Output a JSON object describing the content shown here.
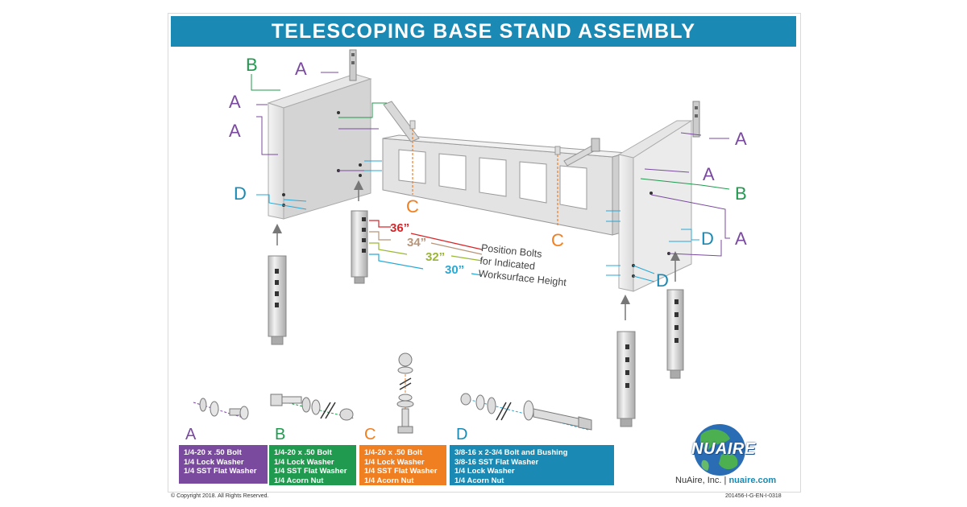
{
  "title": "TELESCOPING BASE STAND ASSEMBLY",
  "colors": {
    "header": "#1a8ab4",
    "purple": "#7a4a9f",
    "green": "#1f9a4e",
    "orange": "#f07f22",
    "blue": "#1a8ab4",
    "red": "#d7262a",
    "tan": "#b8957a",
    "lime": "#9ab733",
    "cyan": "#27a9d6"
  },
  "callouts": {
    "A": "A",
    "B": "B",
    "C": "C",
    "D": "D"
  },
  "heights": {
    "h36": "36”",
    "h34": "34”",
    "h32": "32”",
    "h30": "30”"
  },
  "note": {
    "line1": "Position Bolts",
    "line2": "for Indicated",
    "line3": "Worksurface Height"
  },
  "key": {
    "a": {
      "letter": "A",
      "lines": [
        "1/4-20 x .50 Bolt",
        "1/4 Lock Washer",
        "1/4 SST Flat Washer"
      ]
    },
    "b": {
      "letter": "B",
      "lines": [
        "1/4-20 x .50 Bolt",
        "1/4 Lock Washer",
        "1/4 SST Flat Washer",
        "1/4 Acorn Nut"
      ]
    },
    "c": {
      "letter": "C",
      "lines": [
        "1/4-20 x .50  Bolt",
        "1/4 Lock Washer",
        "1/4 SST Flat Washer",
        "1/4 Acorn Nut"
      ]
    },
    "d": {
      "letter": "D",
      "lines": [
        "3/8-16 x 2-3/4 Bolt and Bushing",
        "3/8-16 SST Flat Washer",
        "1/4 Lock Washer",
        "1/4 Acorn Nut"
      ]
    }
  },
  "logo": {
    "word": "NUAIRE"
  },
  "company": {
    "name": "NuAire, Inc.",
    "sep": "|",
    "url": "nuaire.com"
  },
  "copyright": "© Copyright 2018. All Rights Reserved.",
  "part_number": "201456-I-G-EN-I-0318"
}
